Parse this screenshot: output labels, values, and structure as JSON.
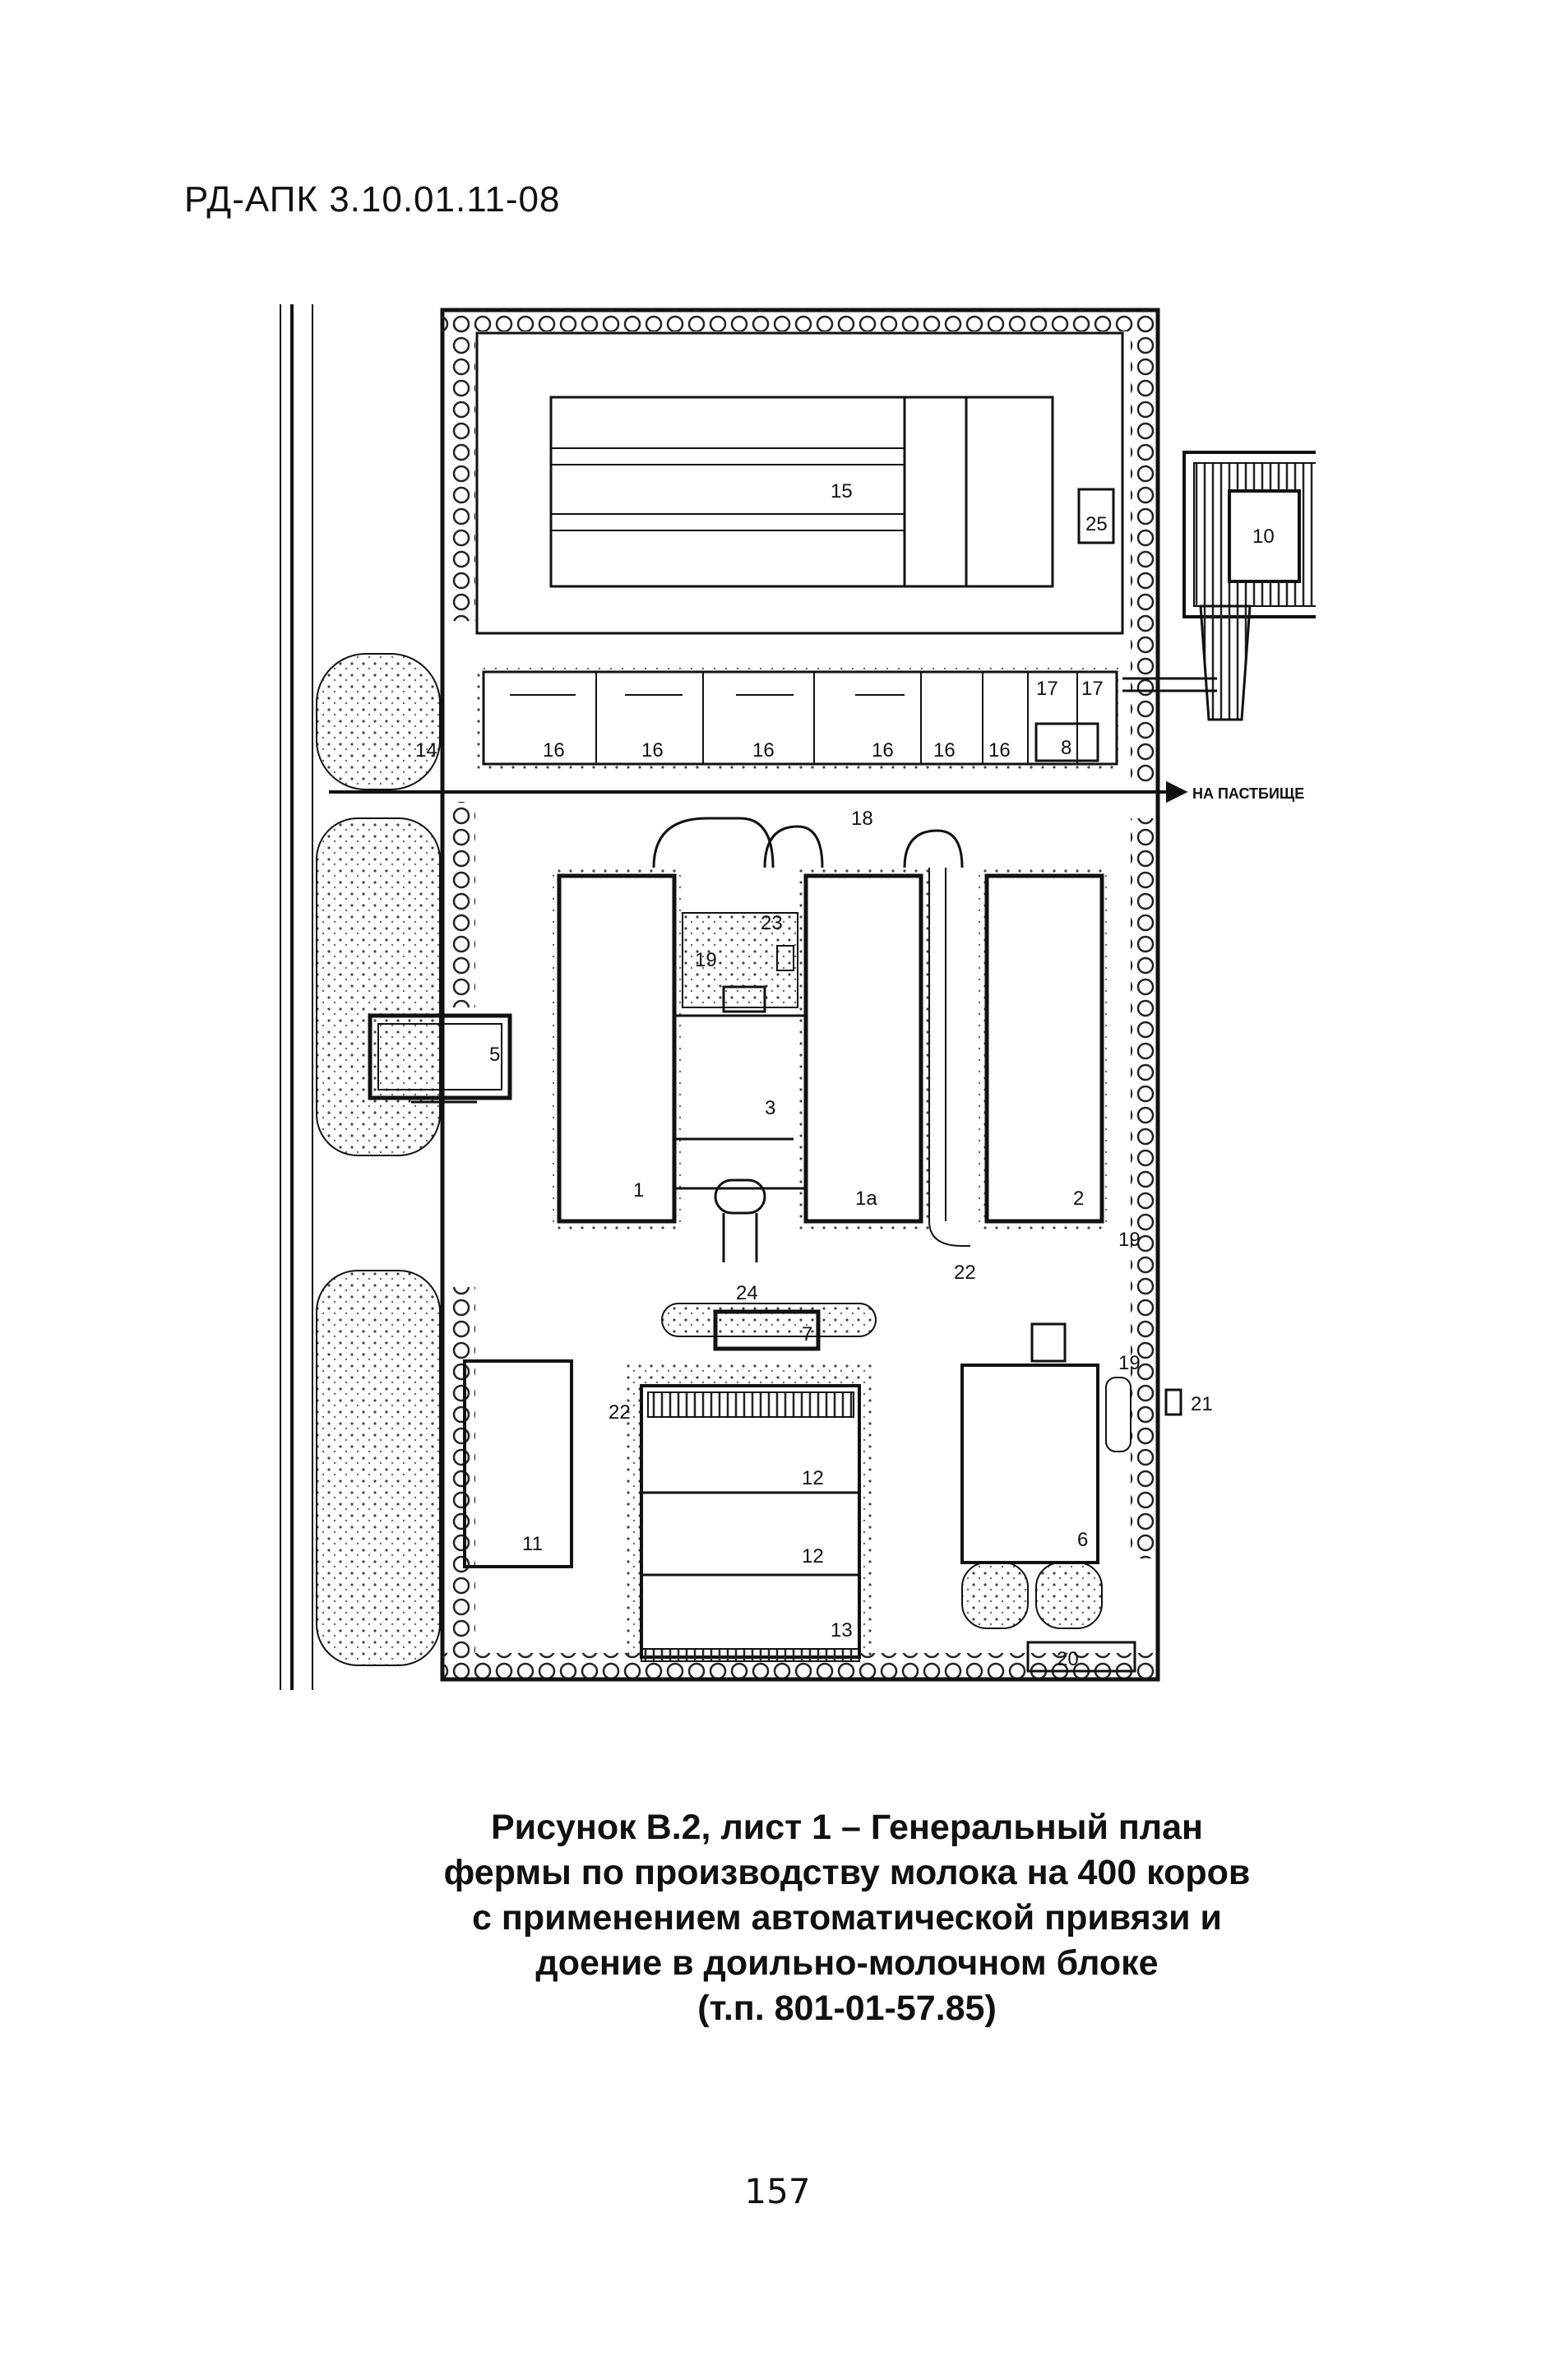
{
  "header": {
    "doc_code": "РД-АПК 3.10.01.11-08"
  },
  "plan_labels": {
    "l1": "1",
    "l1a": "1а",
    "l2": "2",
    "l3": "3",
    "l5": "5",
    "l6": "6",
    "l7": "7",
    "l8": "8",
    "l10": "10",
    "l11": "11",
    "l12a": "12",
    "l12b": "12",
    "l13": "13",
    "l14": "14",
    "l15": "15",
    "l16a": "16",
    "l16b": "16",
    "l16c": "16",
    "l16d": "16",
    "l16e": "16",
    "l16f": "16",
    "l17a": "17",
    "l17b": "17",
    "l18": "18",
    "l19a": "19",
    "l19b": "19",
    "l19c": "19",
    "l20": "20",
    "l21": "21",
    "l22a": "22",
    "l22b": "22",
    "l23": "23",
    "l24": "24",
    "l25": "25",
    "pasture": "НА ПАСТБИЩЕ"
  },
  "caption": {
    "line1": "Рисунок В.2, лист 1 – Генеральный план",
    "line2": "фермы по производству молока на 400 коров",
    "line3": "с применением автоматической привязи и",
    "line4": "доение в доильно-молочном блоке",
    "line5": "(т.п. 801-01-57.85)"
  },
  "footer": {
    "page_number": "157"
  }
}
